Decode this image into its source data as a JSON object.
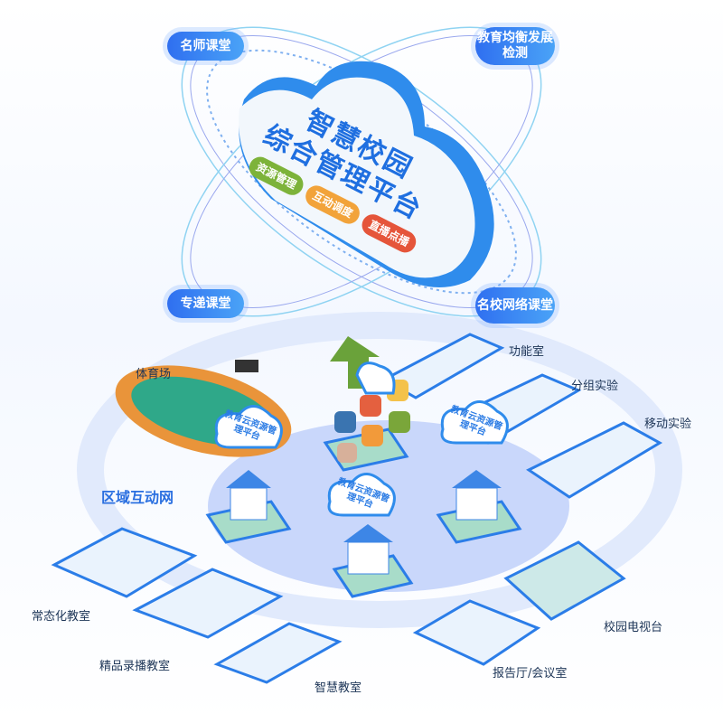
{
  "colors": {
    "primary": "#2a7be4",
    "green": "#7db33a",
    "orange": "#f2a33a",
    "red": "#e5553a",
    "platform": "#c7d6fb"
  },
  "platform": {
    "title_line1": "智慧校园",
    "title_line2": "综合管理平台",
    "tags": [
      "资源管理",
      "互动调度",
      "直播点播"
    ]
  },
  "features": {
    "top_left": "名师课堂",
    "top_right": "教育均衡发展检测",
    "bottom_left": "专递课堂",
    "bottom_right": "名校网络课堂"
  },
  "network_label": "区域互动网",
  "cloud_label": "教育云资源管理平台",
  "rooms": {
    "stadium": "体育场",
    "function_room": "功能室",
    "group_lab": "分组实验",
    "mobile_lab": "移动实验",
    "regular_classroom": "常态化教室",
    "recording_classroom": "精品录播教室",
    "smart_classroom": "智慧教室",
    "auditorium": "报告厅/会议室",
    "tv_station": "校园电视台"
  }
}
